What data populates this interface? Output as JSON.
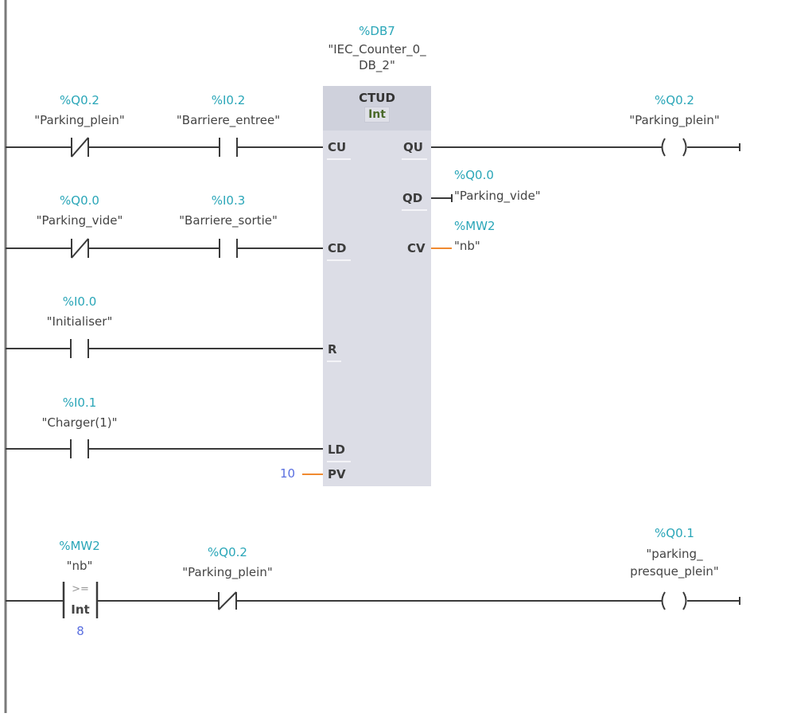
{
  "networks": {
    "counter": {
      "instance": {
        "address": "%DB7",
        "name_line1": "\"IEC_Counter_0_",
        "name_line2": "DB_2\""
      },
      "block": {
        "type": "CTUD",
        "datatype": "Int",
        "pins_in": [
          "CU",
          "CD",
          "R",
          "LD",
          "PV"
        ],
        "pins_out": [
          "QU",
          "QD",
          "CV"
        ]
      },
      "contacts": [
        {
          "address": "%Q0.2",
          "symbol": "\"Parking_plein\"",
          "kind": "normally-closed"
        },
        {
          "address": "%I0.2",
          "symbol": "\"Barriere_entree\"",
          "kind": "normally-open"
        },
        {
          "address": "%Q0.0",
          "symbol": "\"Parking_vide\"",
          "kind": "normally-closed"
        },
        {
          "address": "%I0.3",
          "symbol": "\"Barriere_sortie\"",
          "kind": "normally-open"
        },
        {
          "address": "%I0.0",
          "symbol": "\"Initialiser\"",
          "kind": "normally-open"
        },
        {
          "address": "%I0.1",
          "symbol": "\"Charger(1)\"",
          "kind": "normally-open"
        }
      ],
      "pv_value": "10",
      "coil": {
        "address": "%Q0.2",
        "symbol": "\"Parking_plein\""
      },
      "qd_out": {
        "address": "%Q0.0",
        "symbol": "\"Parking_vide\""
      },
      "cv_out": {
        "address": "%MW2",
        "symbol": "\"nb\""
      }
    },
    "compare": {
      "cmp": {
        "address": "%MW2",
        "symbol": "\"nb\"",
        "op": ">=",
        "datatype": "Int",
        "value": "8"
      },
      "contact": {
        "address": "%Q0.2",
        "symbol": "\"Parking_plein\"",
        "kind": "normally-closed"
      },
      "coil": {
        "address": "%Q0.1",
        "symbol_line1": "\"parking_",
        "symbol_line2": "presque_plein\""
      }
    }
  },
  "colors": {
    "address": "#2aa6b8",
    "wire": "#3a3a3a",
    "block_fill": "#dcdde6",
    "block_header": "#cfd1dc",
    "int_wire": "#f08a30",
    "constant": "#5a6fe0"
  }
}
